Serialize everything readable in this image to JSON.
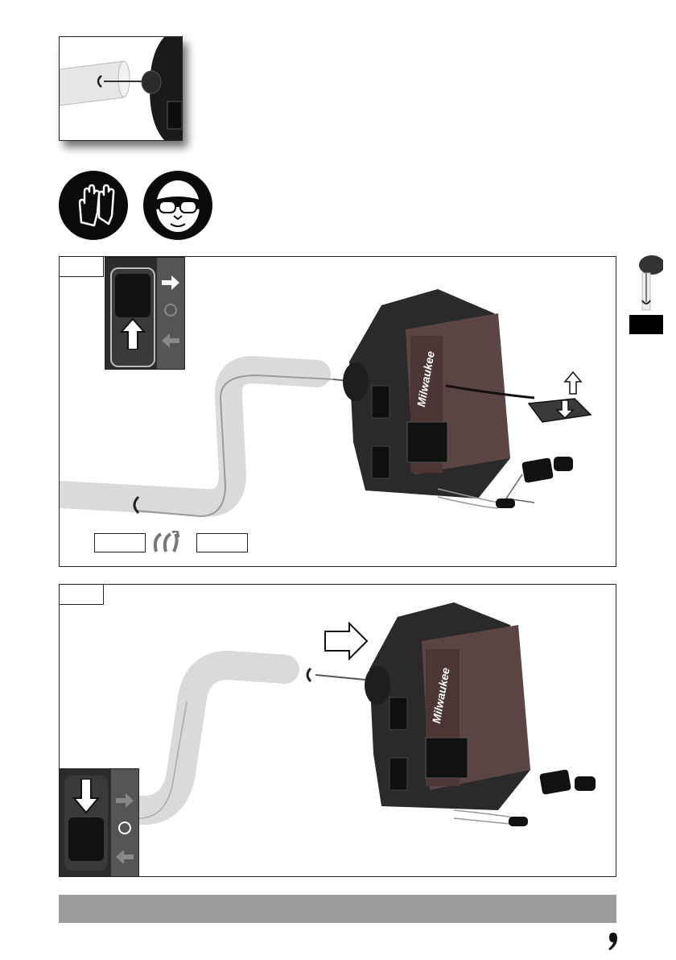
{
  "page": {
    "number": ""
  },
  "figures": {
    "thumbnail_icon": "tool-inlet-with-cable-icon",
    "ppe_icons": [
      "gloves-icon",
      "safety-goggles-icon"
    ],
    "step1": {
      "switch_state": "forward",
      "switch_icons": [
        "arrow-right-icon",
        "circle-off-icon",
        "arrow-left-icon"
      ],
      "bottom_boxes": [
        "",
        ""
      ],
      "rotation_icon": "rotation-arrows-icon",
      "brand_mark": "Milwaukee"
    },
    "step2": {
      "switch_state": "off",
      "push_arrow_icon": "push-arrow-icon",
      "brand_mark": "Milwaukee"
    },
    "side_tab_icon": "cable-tool-tab-icon"
  },
  "footer": {
    "bar_text": ""
  }
}
